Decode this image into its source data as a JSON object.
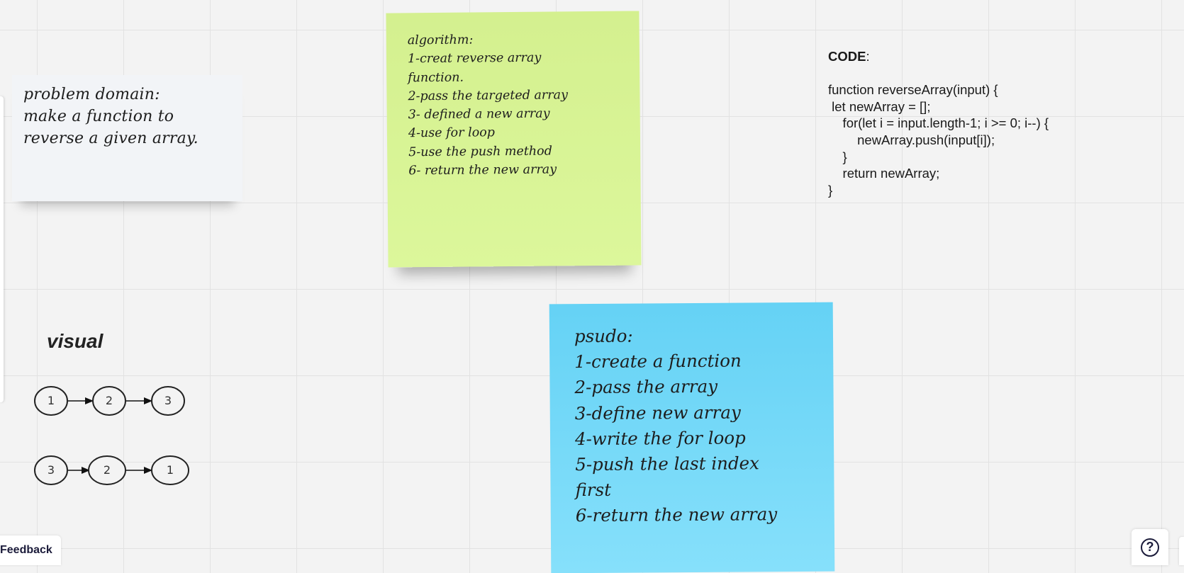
{
  "notes": {
    "problem": {
      "lines": [
        "problem domain:",
        "make a function to",
        "reverse a given array."
      ]
    },
    "algorithm": {
      "lines": [
        "algorithm:",
        "1-creat reverse array",
        "function.",
        "2-pass the targeted array",
        "3- defined a new array",
        "4-use for loop",
        "5-use the push method",
        "6- return the new array"
      ]
    },
    "psudo": {
      "lines": [
        "psudo:",
        "1-create a function",
        "2-pass the array",
        "3-define new array",
        "4-write the for loop",
        "5-push the last index",
        "first",
        "6-return the new array"
      ]
    }
  },
  "code": {
    "title": "CODE",
    "title_suffix": ":",
    "lines": [
      "function reverseArray(input) {",
      " let newArray = [];",
      "    for(let i = input.length-1; i >= 0; i--) {",
      "        newArray.push(input[i]);",
      "    }",
      "    return newArray;",
      "}"
    ]
  },
  "visual": {
    "title": "visual",
    "original_sequence": [
      "1",
      "2",
      "3"
    ],
    "reversed_sequence": [
      "3",
      "2",
      "1"
    ]
  },
  "ui": {
    "feedback_label": "Feedback",
    "help_symbol": "?",
    "help_icon": "question-circle-icon"
  },
  "colors": {
    "canvas": "#f3f3f3",
    "grid": "#e2e2e2",
    "note_problem": "#f2f4f7",
    "note_algorithm": "#d8f498",
    "note_psudo": "#74d9f8"
  }
}
